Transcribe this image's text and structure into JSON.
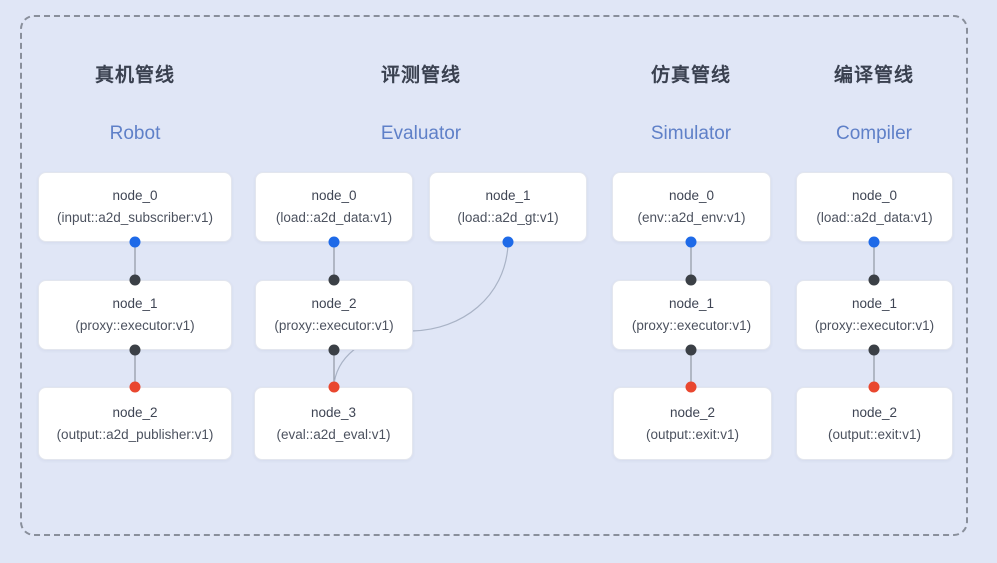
{
  "colors": {
    "background": "#e0e6f6",
    "frame_border": "#898f9b",
    "title_zh": "#3a4150",
    "title_en": "#5f80c8",
    "node_bg": "#ffffff",
    "node_border": "#e3e6ee",
    "node_name": "#3f4554",
    "node_type": "#4c525f",
    "edge_line": "#8f97a4",
    "edge_curve": "#a9b3c6",
    "port_blue": "#1e6ae8",
    "port_black": "#3b4046",
    "port_red": "#e9472f"
  },
  "pipelines": [
    {
      "title_zh": "真机管线",
      "title_en": "Robot",
      "nodes": [
        {
          "name": "node_0",
          "type": "(input::a2d_subscriber:v1)"
        },
        {
          "name": "node_1",
          "type": "(proxy::executor:v1)"
        },
        {
          "name": "node_2",
          "type": "(output::a2d_publisher:v1)"
        }
      ]
    },
    {
      "title_zh": "评测管线",
      "title_en": "Evaluator",
      "nodes": [
        {
          "name": "node_0",
          "type": "(load::a2d_data:v1)"
        },
        {
          "name": "node_1",
          "type": "(load::a2d_gt:v1)"
        },
        {
          "name": "node_2",
          "type": "(proxy::executor:v1)"
        },
        {
          "name": "node_3",
          "type": "(eval::a2d_eval:v1)"
        }
      ]
    },
    {
      "title_zh": "仿真管线",
      "title_en": "Simulator",
      "nodes": [
        {
          "name": "node_0",
          "type": "(env::a2d_env:v1)"
        },
        {
          "name": "node_1",
          "type": "(proxy::executor:v1)"
        },
        {
          "name": "node_2",
          "type": "(output::exit:v1)"
        }
      ]
    },
    {
      "title_zh": "编译管线",
      "title_en": "Compiler",
      "nodes": [
        {
          "name": "node_0",
          "type": "(load::a2d_data:v1)"
        },
        {
          "name": "node_1",
          "type": "(proxy::executor:v1)"
        },
        {
          "name": "node_2",
          "type": "(output::exit:v1)"
        }
      ]
    }
  ]
}
